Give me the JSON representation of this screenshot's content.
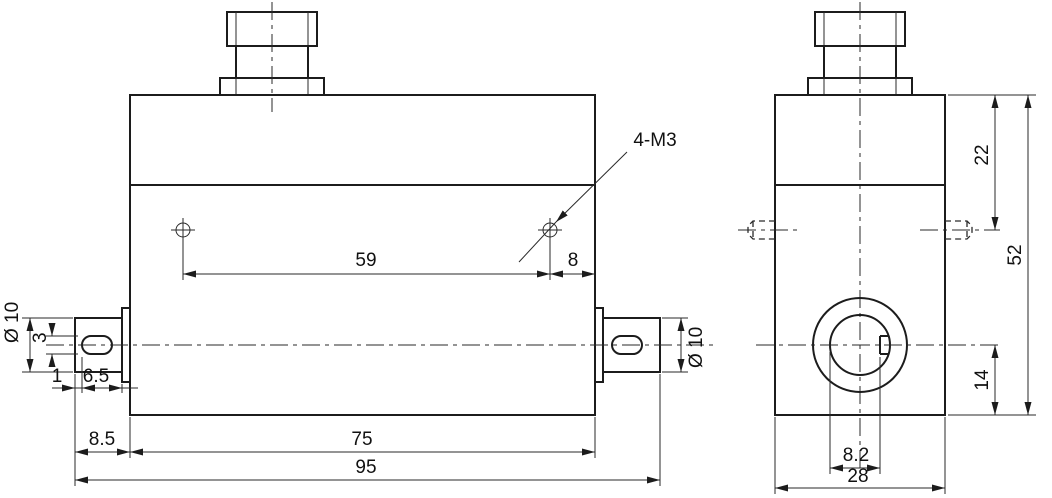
{
  "front": {
    "label_4m3": "4-M3",
    "dim_59": "59",
    "dim_8": "8",
    "dim_dia10_left": "Ø 10",
    "dim_3": "3",
    "dim_1": "1",
    "dim_6_5": "6.5",
    "dim_8_5": "8.5",
    "dim_75": "75",
    "dim_95": "95",
    "dim_dia10_right": "Ø 10"
  },
  "side": {
    "dim_22": "22",
    "dim_52": "52",
    "dim_14": "14",
    "dim_8_2": "8.2",
    "dim_28": "28"
  }
}
